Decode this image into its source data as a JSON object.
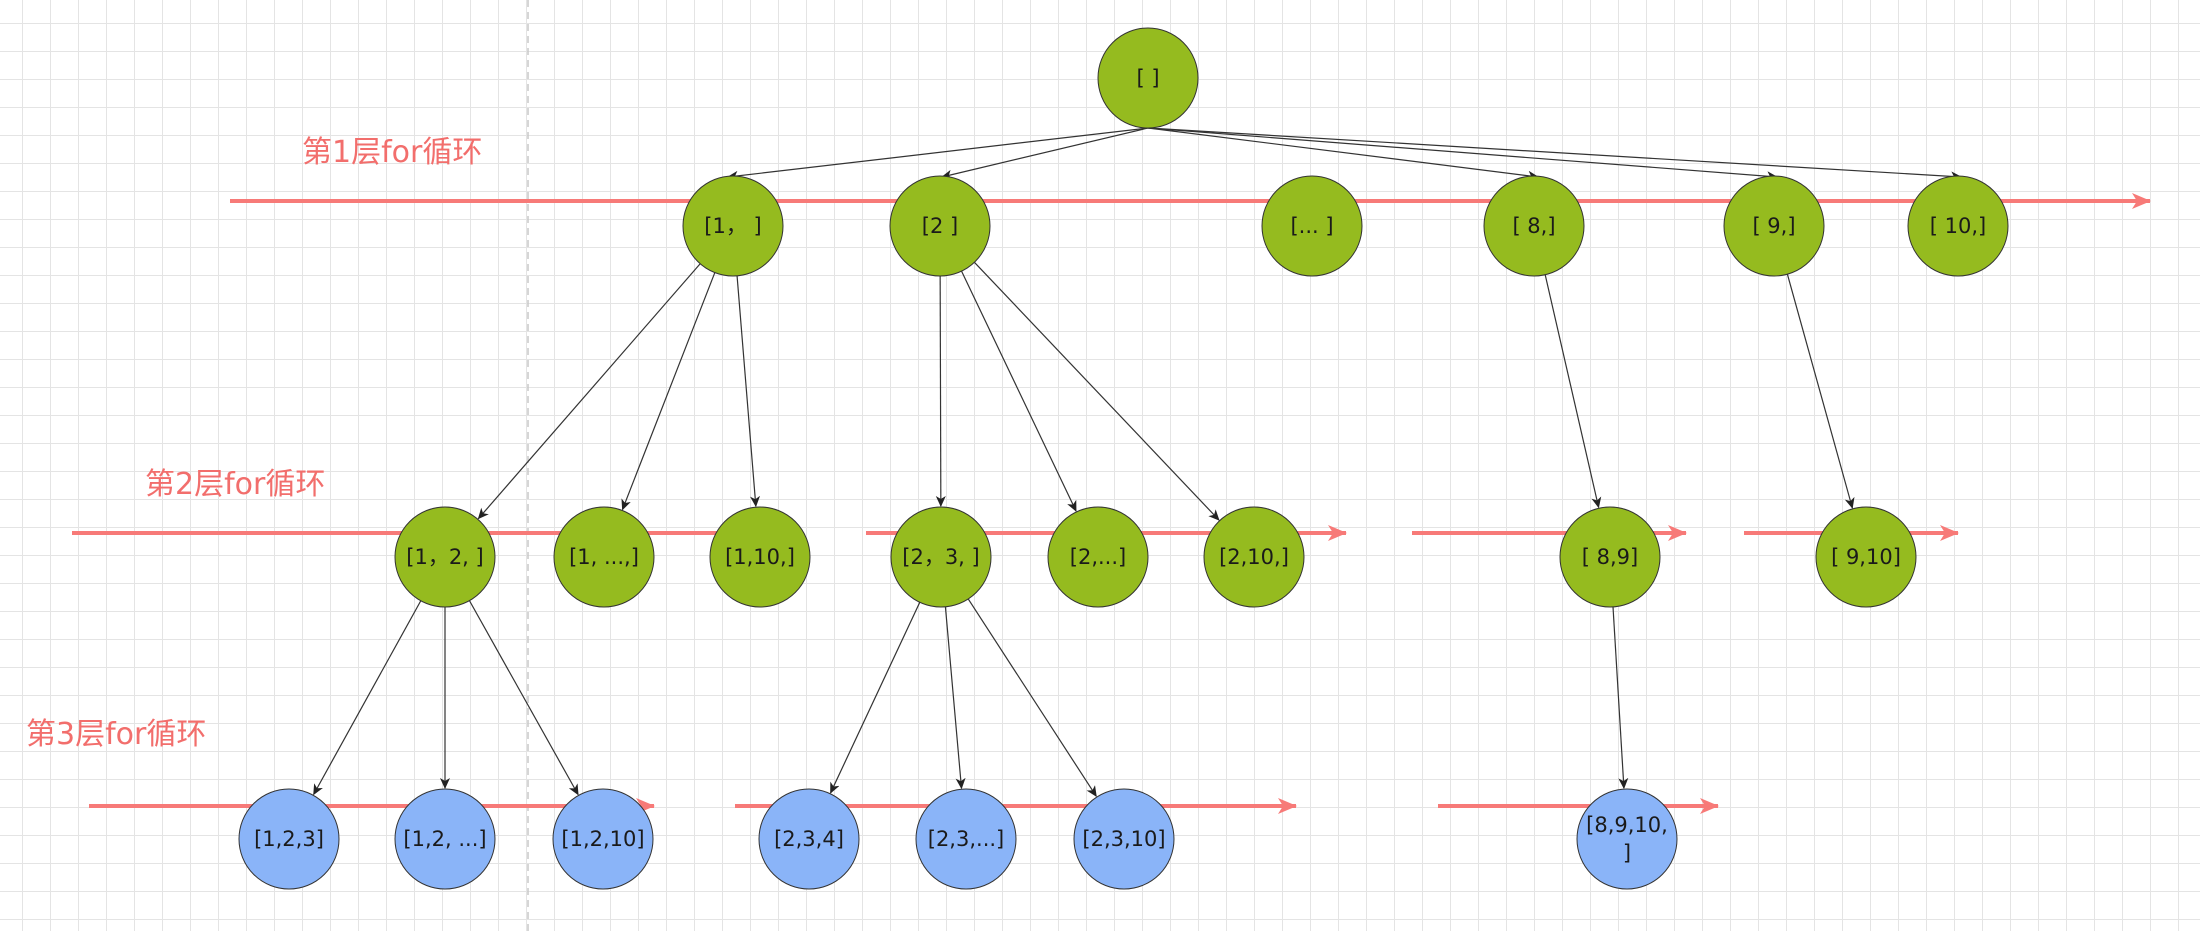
{
  "colors": {
    "green_node": "#95bb1f",
    "blue_node": "#8ab4f8",
    "arrow_red": "#f77a78",
    "label_red": "#f26e6c",
    "edge": "#333333",
    "node_stroke": "#333333",
    "divider": "#c8c8c8"
  },
  "layers": [
    {
      "id": "layer1",
      "label": "第1层for循环"
    },
    {
      "id": "layer2",
      "label": "第2层for循环"
    },
    {
      "id": "layer3",
      "label": "第3层for循环"
    }
  ],
  "nodes": [
    {
      "id": "root",
      "lines": [
        "[ ]"
      ],
      "color": "green"
    },
    {
      "id": "n1",
      "lines": [
        "[1，  ]"
      ],
      "color": "green"
    },
    {
      "id": "n2",
      "lines": [
        "[2 ]"
      ],
      "color": "green"
    },
    {
      "id": "ndots",
      "lines": [
        "[... ]"
      ],
      "color": "green"
    },
    {
      "id": "n8",
      "lines": [
        "[ 8,]"
      ],
      "color": "green"
    },
    {
      "id": "n9",
      "lines": [
        "[ 9,]"
      ],
      "color": "green"
    },
    {
      "id": "n10",
      "lines": [
        "[ 10,]"
      ],
      "color": "green"
    },
    {
      "id": "n12",
      "lines": [
        "[1，2, ]"
      ],
      "color": "green"
    },
    {
      "id": "n1dots",
      "lines": [
        "[1, ...,]"
      ],
      "color": "green"
    },
    {
      "id": "n110",
      "lines": [
        "[1,10,]"
      ],
      "color": "green"
    },
    {
      "id": "n23",
      "lines": [
        "[2，3, ]"
      ],
      "color": "green"
    },
    {
      "id": "n2dots",
      "lines": [
        "[2,...]"
      ],
      "color": "green"
    },
    {
      "id": "n210",
      "lines": [
        "[2,10,]"
      ],
      "color": "green"
    },
    {
      "id": "n89",
      "lines": [
        "[ 8,9]"
      ],
      "color": "green"
    },
    {
      "id": "n910",
      "lines": [
        "[ 9,10]"
      ],
      "color": "green"
    },
    {
      "id": "n123",
      "lines": [
        "[1,2,3]"
      ],
      "color": "blue"
    },
    {
      "id": "n12dots",
      "lines": [
        "[1,2, ...]"
      ],
      "color": "blue"
    },
    {
      "id": "n1210",
      "lines": [
        "[1,2,10]"
      ],
      "color": "blue"
    },
    {
      "id": "n234",
      "lines": [
        "[2,3,4]"
      ],
      "color": "blue"
    },
    {
      "id": "n23dots",
      "lines": [
        "[2,3,...]"
      ],
      "color": "blue"
    },
    {
      "id": "n2310",
      "lines": [
        "[2,3,10]"
      ],
      "color": "blue"
    },
    {
      "id": "n8910",
      "lines": [
        "[8,9,10,",
        "]"
      ],
      "color": "blue"
    }
  ],
  "edges": [
    [
      "root",
      "n1"
    ],
    [
      "root",
      "n2"
    ],
    [
      "root",
      "n8"
    ],
    [
      "root",
      "n9"
    ],
    [
      "root",
      "n10"
    ],
    [
      "n1",
      "n12"
    ],
    [
      "n1",
      "n1dots"
    ],
    [
      "n1",
      "n110"
    ],
    [
      "n2",
      "n23"
    ],
    [
      "n2",
      "n2dots"
    ],
    [
      "n2",
      "n210"
    ],
    [
      "n8",
      "n89"
    ],
    [
      "n9",
      "n910"
    ],
    [
      "n12",
      "n123"
    ],
    [
      "n12",
      "n12dots"
    ],
    [
      "n12",
      "n1210"
    ],
    [
      "n23",
      "n234"
    ],
    [
      "n23",
      "n23dots"
    ],
    [
      "n23",
      "n2310"
    ],
    [
      "n89",
      "n8910"
    ]
  ]
}
